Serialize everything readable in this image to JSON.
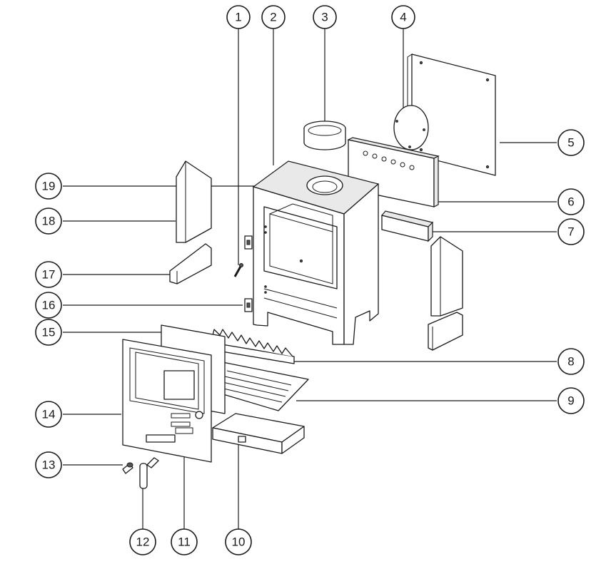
{
  "callouts": [
    "1",
    "2",
    "3",
    "4",
    "5",
    "6",
    "7",
    "8",
    "9",
    "10",
    "11",
    "12",
    "13",
    "14",
    "15",
    "16",
    "17",
    "18",
    "19"
  ],
  "colors": {
    "line": "#1a1a1a",
    "background": "#ffffff",
    "shade": "#e9e9e9"
  }
}
